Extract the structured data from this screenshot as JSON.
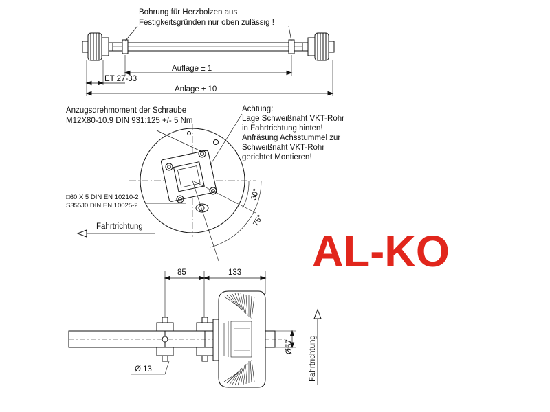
{
  "top_view": {
    "note_line1": "Bohrung für Herzbolzen aus",
    "note_line2": "Festigkeitsgründen nur oben zulässig !",
    "dim_auflage": "Auflage   ±  1",
    "dim_et": "ET 27-33",
    "dim_anlage": "Anlage   ±  10"
  },
  "side_view": {
    "torque_line1": "Anzugsdrehmoment der Schraube",
    "torque_line2": "M12X80-10.9 DIN 931:125 +/- 5 Nm",
    "warning_lines": [
      "Achtung:",
      "Lage Schweißnaht VKT-Rohr",
      "in Fahrtrichtung hinten!",
      "Anfräsung Achsstummel zur",
      "Schweißnaht VKT-Rohr",
      "gerichtet Montieren!"
    ],
    "material_line1": "□60 X 5 DIN EN 10210-2",
    "material_line2": "S355J0 DIN EN 10025-2",
    "angle_30": "30°",
    "angle_75": "75°",
    "direction_label": "Fahrtrichtung"
  },
  "front_view": {
    "dim_85": "85",
    "dim_133": "133",
    "dim_d13": "Ø 13",
    "dim_d57": "Ø57",
    "direction_label": "Fahrtrichtung"
  },
  "logo": {
    "text": "AL-KO",
    "color": "#e1261c"
  }
}
